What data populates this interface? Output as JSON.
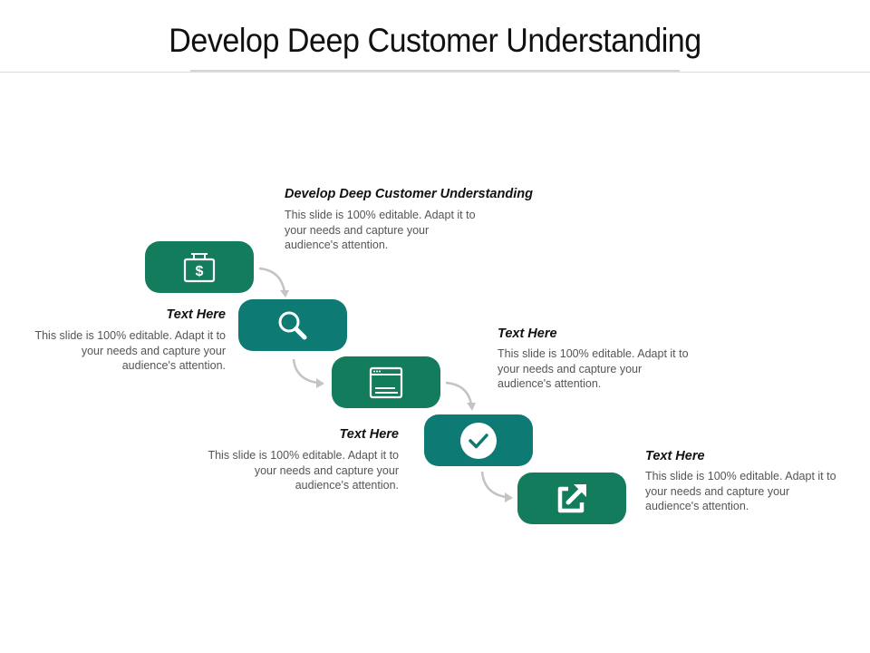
{
  "title": "Develop Deep Customer Understanding",
  "steps": [
    {
      "icon": "money-bag-icon",
      "color": "#127c5d",
      "heading": "Develop Deep Customer Understanding",
      "text": "This slide is 100% editable. Adapt it to your needs and capture your audience's attention."
    },
    {
      "icon": "search-icon",
      "color": "#0d7a74",
      "heading": "Text Here",
      "text": "This slide is 100% editable. Adapt it to your needs and capture your audience's attention."
    },
    {
      "icon": "browser-window-icon",
      "color": "#127c5d",
      "heading": "Text Here",
      "text": "This slide is 100% editable. Adapt it to your needs and capture your audience's attention."
    },
    {
      "icon": "checkmark-icon",
      "color": "#0d7a74",
      "heading": "Text Here",
      "text": "This slide is 100% editable. Adapt it to your needs and capture your audience's attention."
    },
    {
      "icon": "external-link-icon",
      "color": "#127c5d",
      "heading": "Text Here",
      "text": "This slide is 100% editable. Adapt it to your needs and capture your audience's attention."
    }
  ],
  "colors": {
    "green": "#127c5d",
    "teal": "#0d7a74",
    "arrow": "#c4c4c4"
  }
}
